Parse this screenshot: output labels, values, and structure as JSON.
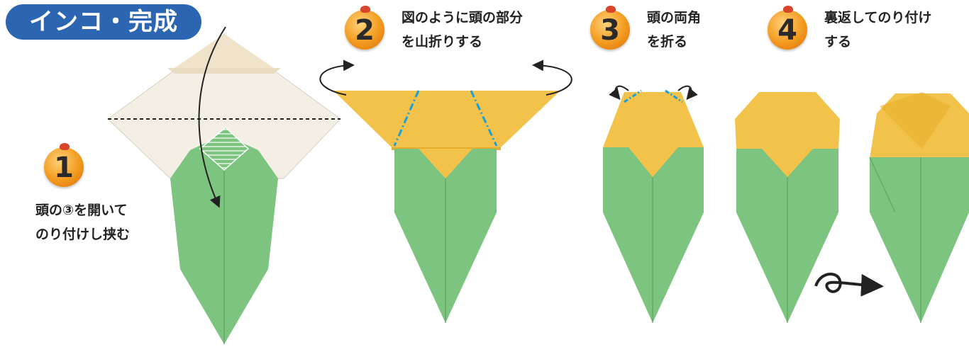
{
  "title": "インコ・完成",
  "steps": [
    {
      "number": "1",
      "lines": [
        "頭の③を開いて",
        "のり付けし挟む"
      ]
    },
    {
      "number": "2",
      "lines": [
        "図のように頭の部分",
        "を山折りする"
      ]
    },
    {
      "number": "3",
      "lines": [
        "頭の両角",
        "を折る"
      ]
    },
    {
      "number": "4",
      "lines": [
        "裏返してのり付け",
        "する"
      ]
    }
  ],
  "colors": {
    "title_bg": "#2c66b3",
    "paper_yellow": "#f2c24a",
    "paper_green": "#7cc47f",
    "paper_white": "#f4efe4",
    "fold_line": "#1aa0d8"
  }
}
